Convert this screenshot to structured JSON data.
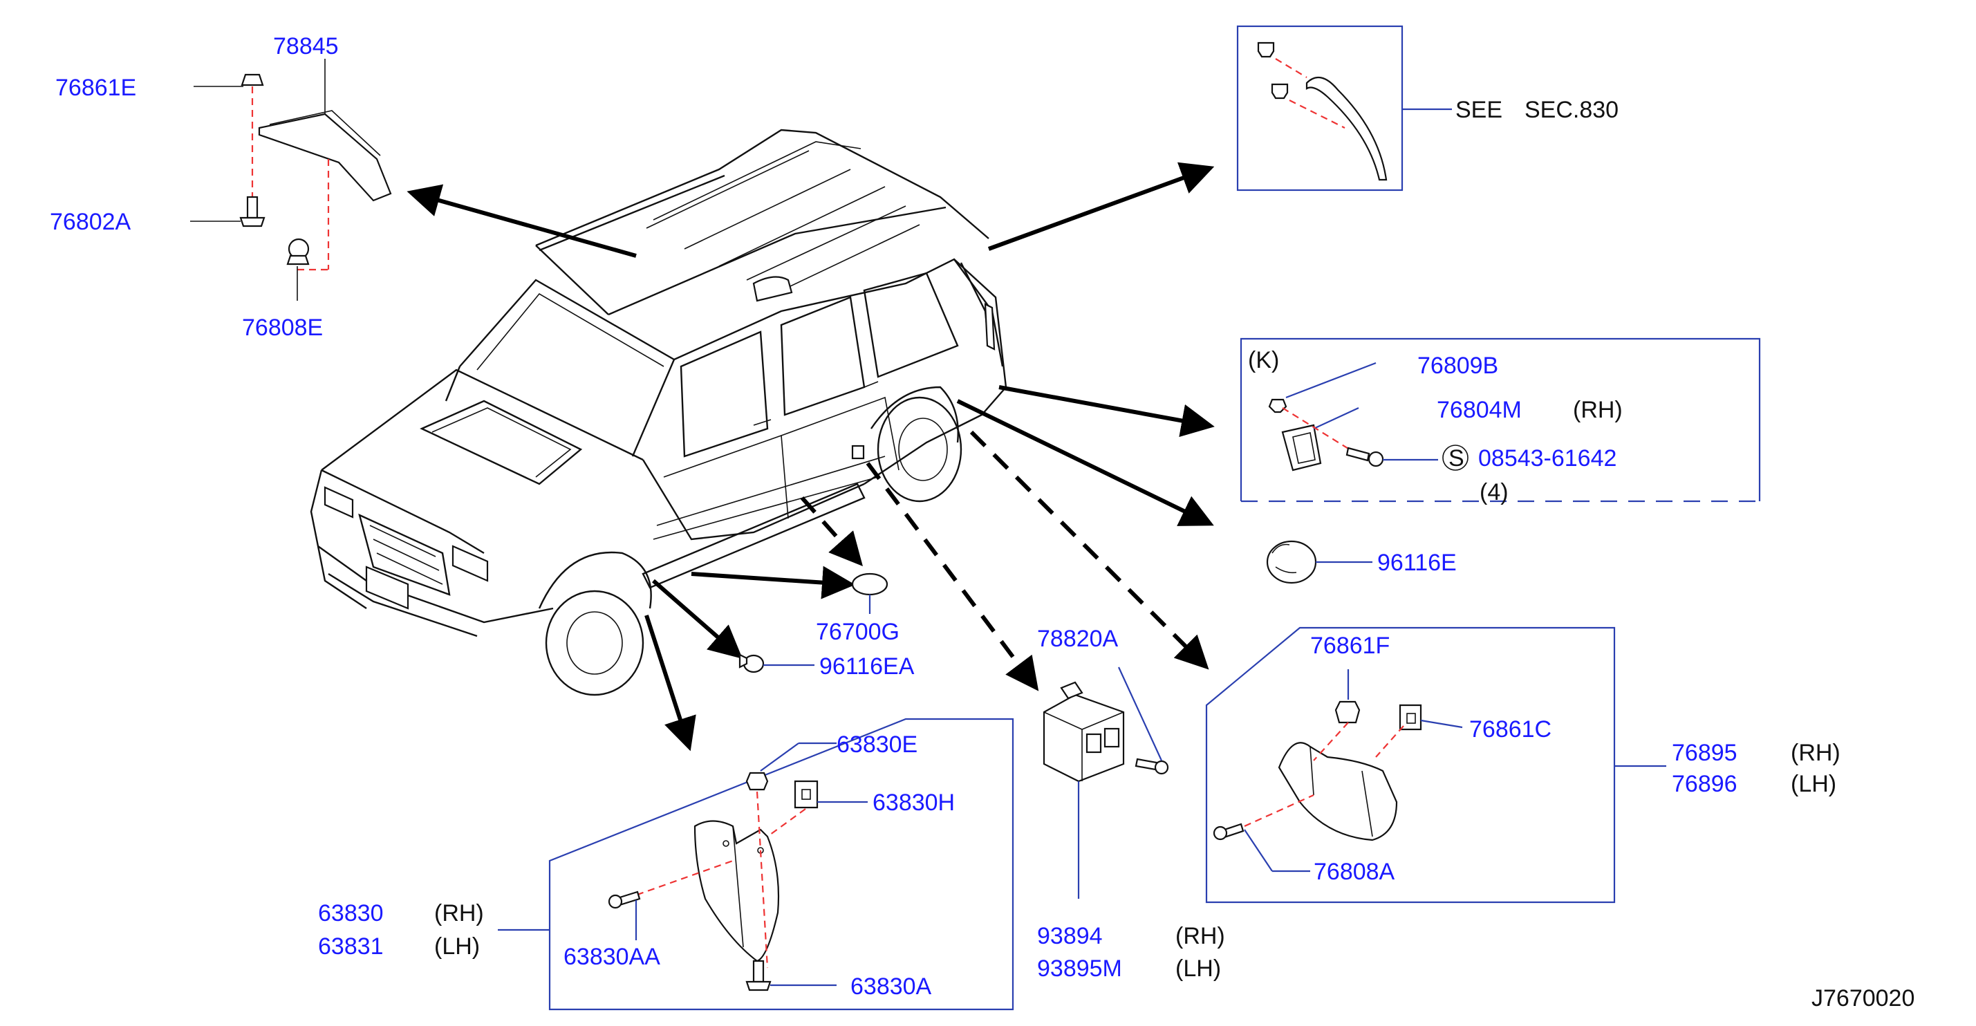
{
  "diagram_code": "J7670020",
  "see_note": {
    "text": "SEE",
    "section": "SEC.830"
  },
  "kit_marker": "(K)",
  "s_marker": "S",
  "parts": {
    "p78845": "78845",
    "p76861E": "76861E",
    "p76802A": "76802A",
    "p76808E": "76808E",
    "p76809B": "76809B",
    "p76804M": "76804M",
    "p08543": "08543-61642",
    "qty4": "(4)",
    "p96116E": "96116E",
    "p76700G": "76700G",
    "p96116EA": "96116EA",
    "p78820A": "78820A",
    "p76861F": "76861F",
    "p76861C": "76861C",
    "p76895": "76895",
    "p76896": "76896",
    "p76808A": "76808A",
    "p63830E": "63830E",
    "p63830H": "63830H",
    "p63830": "63830",
    "p63831": "63831",
    "p63830AA": "63830AA",
    "p63830A": "63830A",
    "p93894": "93894",
    "p93895M": "93895M"
  },
  "sides": {
    "rh": "(RH)",
    "lh": "(LH)"
  },
  "colors": {
    "part_number": "#1a1aff",
    "leader_line": "#2a3fb0",
    "centerline": "#e33333",
    "drawing": "#111111"
  }
}
